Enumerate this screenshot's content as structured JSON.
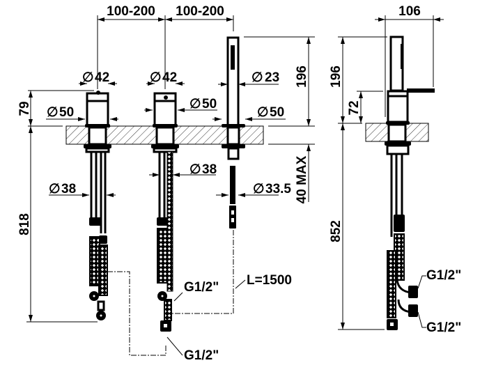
{
  "drawing": {
    "front_view": {
      "spacing_left": "100-200",
      "spacing_right": "100-200",
      "valve_left_diameter": "42",
      "valve_mid_diameter": "42",
      "shower_diameter": "23",
      "shower_height": "196",
      "valve_height": "79",
      "flange_left_diameter": "50",
      "flange_mid_diameter": "50",
      "flange_shower_diameter": "50",
      "pipe_left_diameter": "38",
      "pipe_mid_diameter": "38",
      "shower_pipe_diameter": "33.5",
      "deck_thickness": "40 MAX",
      "below_deck_length": "818",
      "thread_mid_upper": "G1/2\"",
      "thread_mid_lower": "G1/2\"",
      "hose_length": "L=1500"
    },
    "side_view": {
      "depth": "106",
      "shower_height": "196",
      "valve_height": "72",
      "below_deck_length": "852",
      "thread_upper": "G1/2\"",
      "thread_lower": "G1/2\""
    },
    "diameter_symbol": "∅"
  }
}
